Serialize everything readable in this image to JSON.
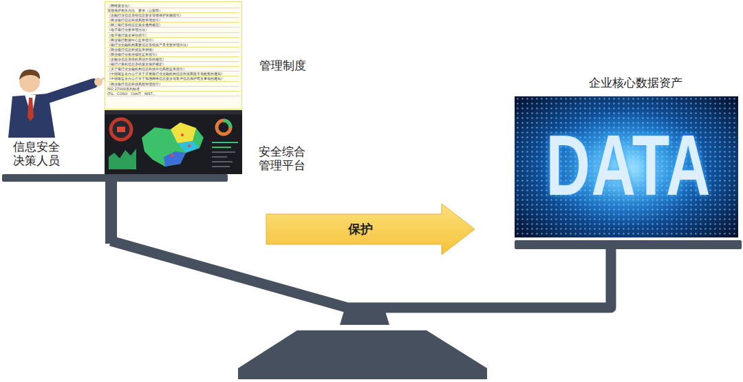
{
  "diagram": {
    "nodes": [
      {
        "text": [
          "管理制度",
          "《网络安全法》",
          "等级保护相关办法、要求（公安部）",
          "《金融行业信息系统信息安全等级保护实施指引》",
          "《商业银行信息科技风险管理指引》",
          "《网上银行系统信息安全通用规范》",
          "《电子银行业务管理办法》",
          "《电子银行安全评估指引》",
          "《商业银行数据中心监管指引》",
          "《银行业金融机构重要信息系统投产及变更管理办法》",
          "《商业银行信息科技监管评级》",
          "《商业银行业务连续性监管指引》",
          "《金融业信息系统机房动力系统规范》",
          "《银行计算机信息系统安全保护规定》",
          "《关于银行业金融机构信息科技外包风险监管指引》",
          "《中国银监会办公厅关于开展银行业金融机构信息科技风险专项检查的通知》",
          "《中国银监会办公厅关于加强网络信息安全与客户信息保护有关事项的通知》",
          "《商业银行信息科技风险管理指引》",
          "ISO 27000系列标准",
          "ITIL、COSO、CobiT、NIST..."
        ]
      },
      {
        "text": [
          "安全综合 管理平台"
        ]
      },
      {
        "text": [
          "企业核心数据资产",
          "DATA"
        ]
      }
    ],
    "edges": [
      {
        "from": 1,
        "to": 2,
        "arrow": "to",
        "label": "保护"
      }
    ],
    "labels": [
      "信息安全 决策人员"
    ]
  }
}
